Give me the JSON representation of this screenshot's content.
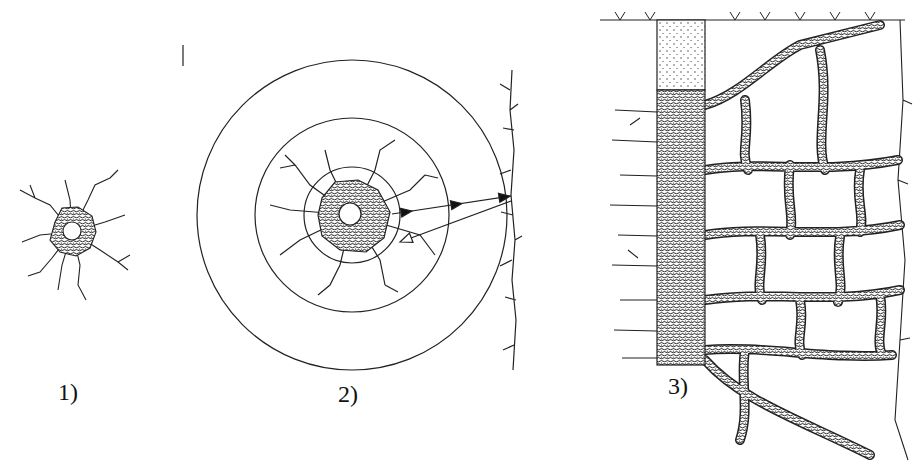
{
  "diagram": {
    "labels": [
      "1)",
      "2)",
      "3)"
    ]
  }
}
